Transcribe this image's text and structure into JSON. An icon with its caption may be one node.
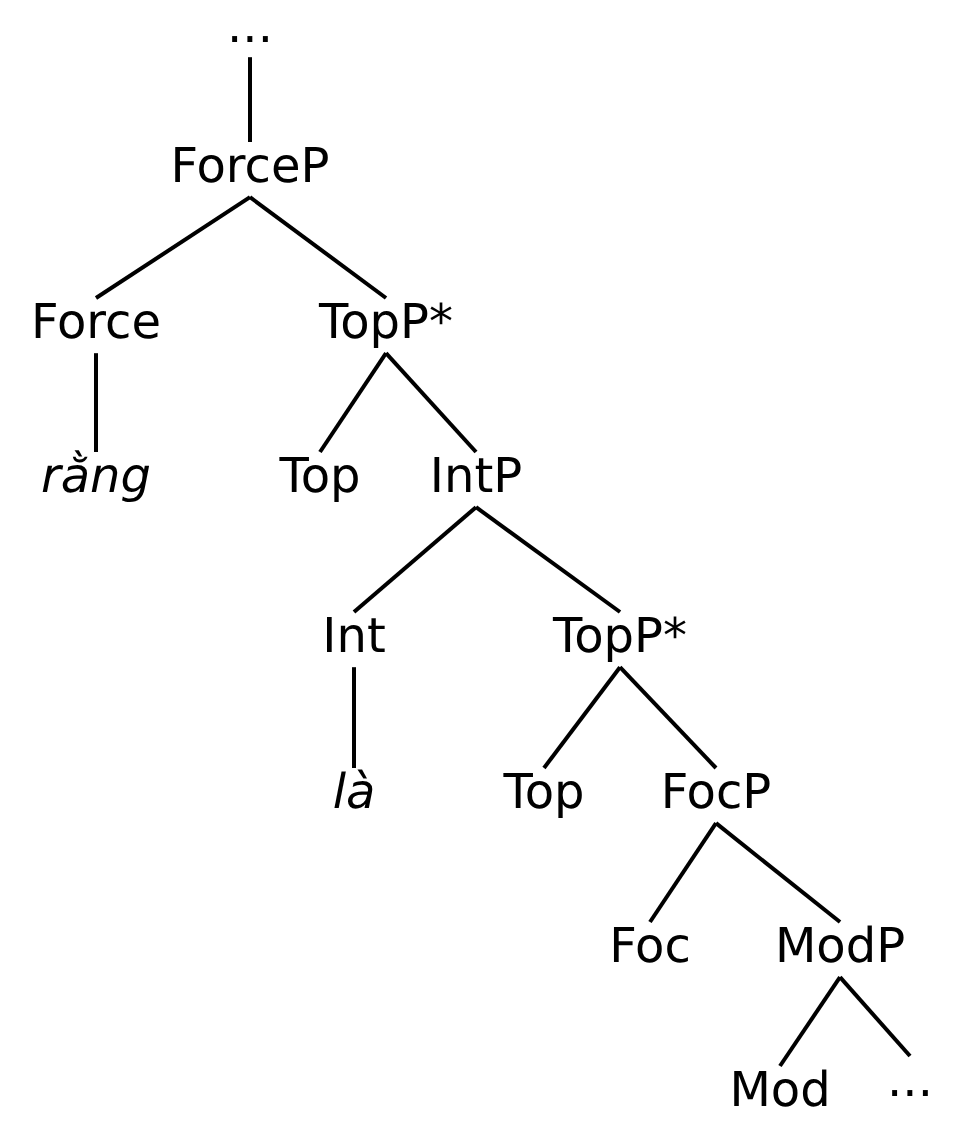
{
  "diagram": {
    "nodes": [
      {
        "text": [
          "..."
        ]
      },
      {
        "text": [
          "ForceP"
        ]
      },
      {
        "text": [
          "Force"
        ]
      },
      {
        "text": [
          "TopP*"
        ]
      },
      {
        "text": [
          "rằng"
        ]
      },
      {
        "text": [
          "Top"
        ]
      },
      {
        "text": [
          "IntP"
        ]
      },
      {
        "text": [
          "Int"
        ]
      },
      {
        "text": [
          "TopP*"
        ]
      },
      {
        "text": [
          "là"
        ]
      },
      {
        "text": [
          "Top"
        ]
      },
      {
        "text": [
          "FocP"
        ]
      },
      {
        "text": [
          "Foc"
        ]
      },
      {
        "text": [
          "ModP"
        ]
      },
      {
        "text": [
          "Mod"
        ]
      },
      {
        "text": [
          "..."
        ]
      }
    ],
    "edges": [
      {
        "from": 0,
        "to": 1,
        "arrow": "none"
      },
      {
        "from": 1,
        "to": 2,
        "arrow": "none"
      },
      {
        "from": 1,
        "to": 3,
        "arrow": "none"
      },
      {
        "from": 2,
        "to": 4,
        "arrow": "none"
      },
      {
        "from": 3,
        "to": 5,
        "arrow": "none"
      },
      {
        "from": 3,
        "to": 6,
        "arrow": "none"
      },
      {
        "from": 6,
        "to": 7,
        "arrow": "none"
      },
      {
        "from": 6,
        "to": 8,
        "arrow": "none"
      },
      {
        "from": 7,
        "to": 9,
        "arrow": "none"
      },
      {
        "from": 8,
        "to": 10,
        "arrow": "none"
      },
      {
        "from": 8,
        "to": 11,
        "arrow": "none"
      },
      {
        "from": 11,
        "to": 12,
        "arrow": "none"
      },
      {
        "from": 11,
        "to": 13,
        "arrow": "none"
      },
      {
        "from": 13,
        "to": 14,
        "arrow": "none"
      },
      {
        "from": 13,
        "to": 15,
        "arrow": "none"
      }
    ]
  }
}
